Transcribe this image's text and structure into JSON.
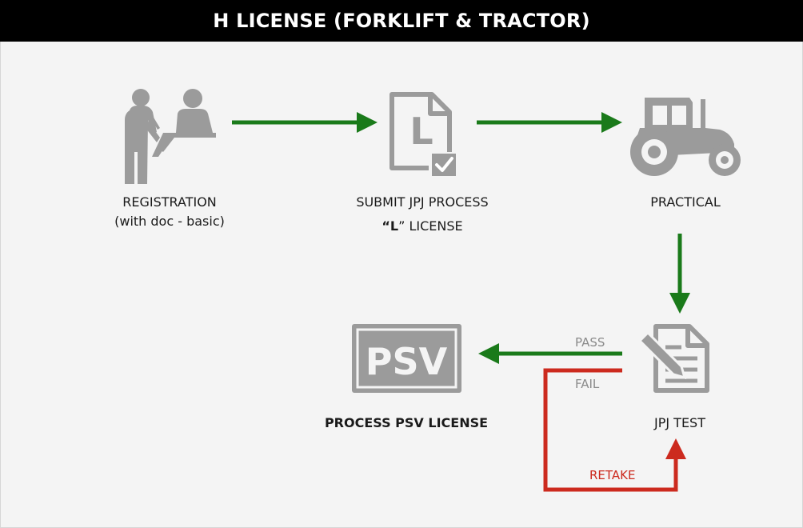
{
  "title": "H LICENSE (FORKLIFT & TRACTOR)",
  "colors": {
    "title_bg": "#000000",
    "background": "#f4f4f4",
    "icon_gray": "#9b9b9b",
    "arrow_green": "#1a7a1a",
    "arrow_red": "#cc2a1e"
  },
  "steps": {
    "registration": {
      "line1": "REGISTRATION",
      "line2": "(with doc - basic)",
      "icon": "registration-icon"
    },
    "submit": {
      "line1": "SUBMIT JPJ PROCESS",
      "line2_quote_open": "“",
      "line2_letter": "L",
      "line2_rest": "” LICENSE",
      "icon": "l-license-document-icon",
      "icon_letter": "L"
    },
    "practical": {
      "label": "PRACTICAL",
      "icon": "tractor-icon"
    },
    "jpj_test": {
      "label": "JPJ TEST",
      "icon": "test-document-pencil-icon"
    },
    "psv": {
      "label": "PROCESS PSV LICENSE",
      "icon": "psv-badge-icon",
      "icon_text": "PSV"
    }
  },
  "arrows": {
    "pass_label": "PASS",
    "fail_label": "FAIL",
    "retake_label": "RETAKE"
  }
}
